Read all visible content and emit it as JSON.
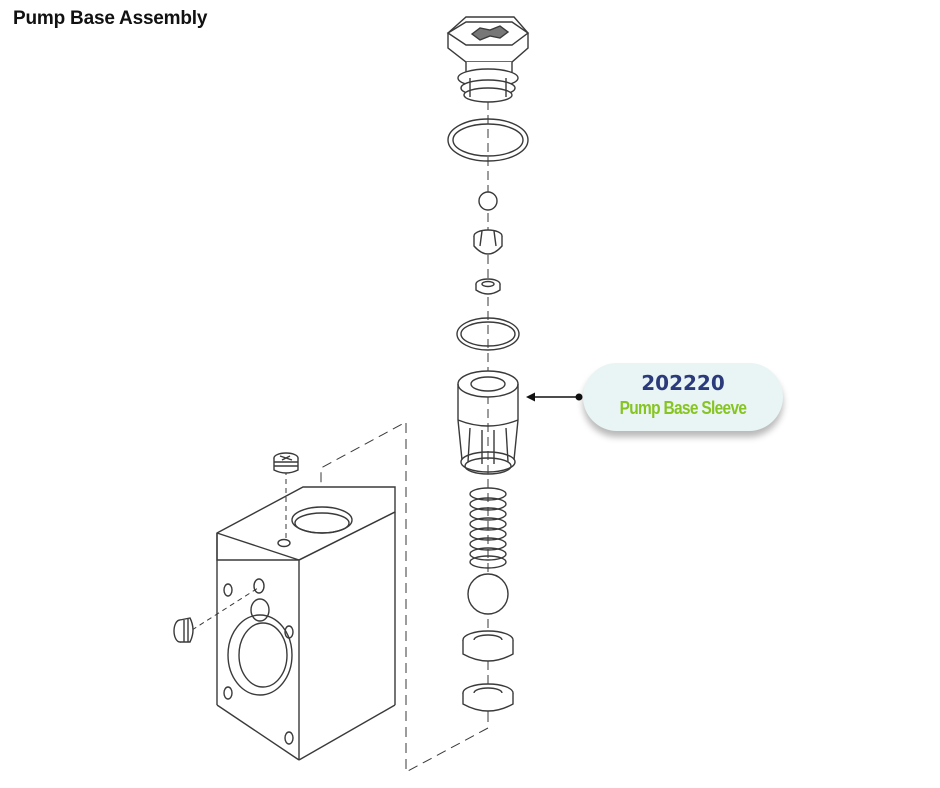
{
  "title": "Pump Base Assembly",
  "callout": {
    "part_number": "202220",
    "part_name": "Pump Base Sleeve"
  },
  "colors": {
    "line": "#3a3a3a",
    "callout_bg": "#e9f4f4",
    "part_number": "#2a3a7a",
    "part_name": "#86c521"
  }
}
